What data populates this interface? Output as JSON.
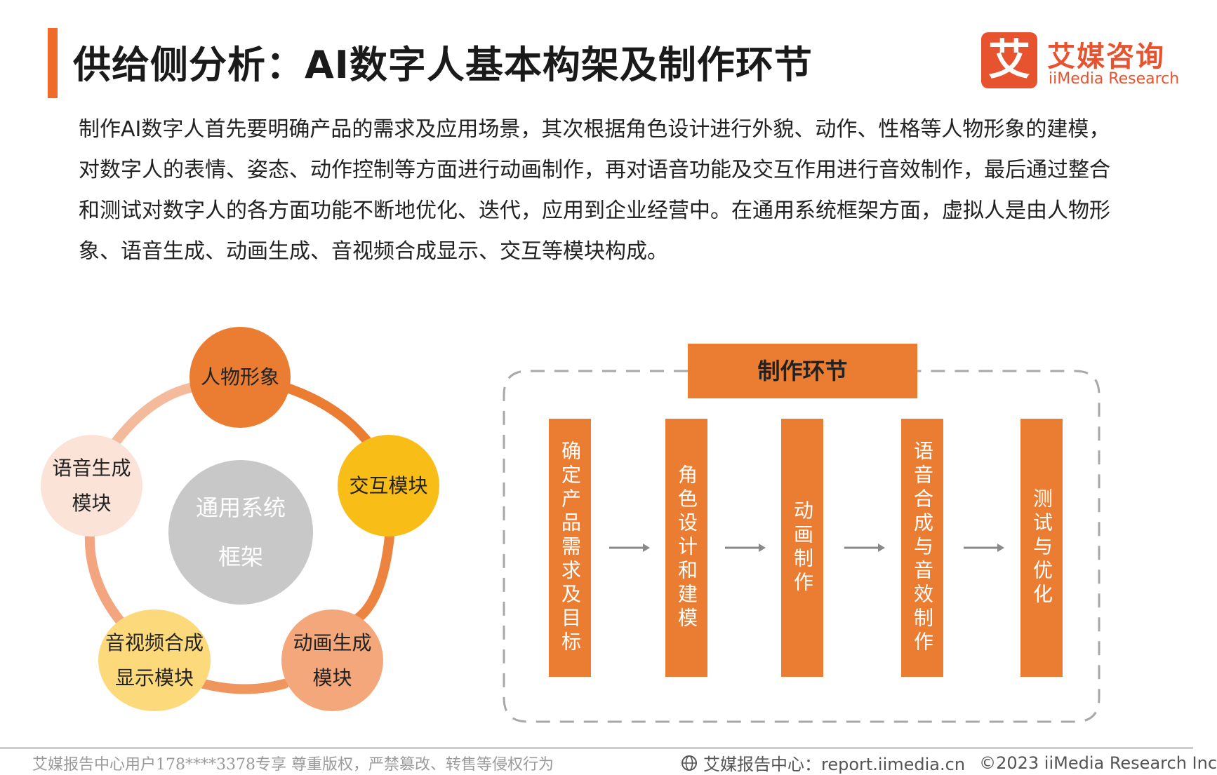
{
  "header": {
    "title": "供给侧分析：AI数字人基本构架及制作环节",
    "accent_color": "#EE6B2A"
  },
  "logo": {
    "mark_glyph": "艾",
    "name_cn": "艾媒咨询",
    "name_en": "iiMedia Research",
    "color": "#E8532F"
  },
  "intro": {
    "text": "制作AI数字人首先要明确产品的需求及应用场景，其次根据角色设计进行外貌、动作、性格等人物形象的建模，对数字人的表情、姿态、动作控制等方面进行动画制作，再对语音功能及交互作用进行音效制作，最后通过整合和测试对数字人的各方面功能不断地优化、迭代，应用到企业经营中。在通用系统框架方面，虚拟人是由人物形象、语音生成、动画生成、音视频合成显示、交互等模块构成。"
  },
  "framework": {
    "center": {
      "line1": "通用系统",
      "line2": "框架",
      "color": "#C8C8C8"
    },
    "modules": [
      {
        "line1": "人物形象",
        "line2": "",
        "color": "#EA7D32"
      },
      {
        "line1": "交互模块",
        "line2": "",
        "color": "#F8BD17"
      },
      {
        "line1": "动画生成",
        "line2": "模块",
        "color": "#F4A77A"
      },
      {
        "line1": "音视频合成",
        "line2": "显示模块",
        "color": "#FCD97A"
      },
      {
        "line1": "语音生成",
        "line2": "模块",
        "color": "#FBE3D8"
      }
    ]
  },
  "production": {
    "heading": "制作环节",
    "steps": [
      "确定产品需求及目标",
      "角色设计和建模",
      "动画制作",
      "语音合成与音效制作",
      "测试与优化"
    ],
    "color": "#EA7D32"
  },
  "footer": {
    "left": "艾媒报告中心用户178****3378专享 尊重版权，严禁篡改、转售等侵权行为",
    "right_site": "艾媒报告中心：report.iimedia.cn",
    "copyright": "©2023  iiMedia Research  Inc"
  }
}
